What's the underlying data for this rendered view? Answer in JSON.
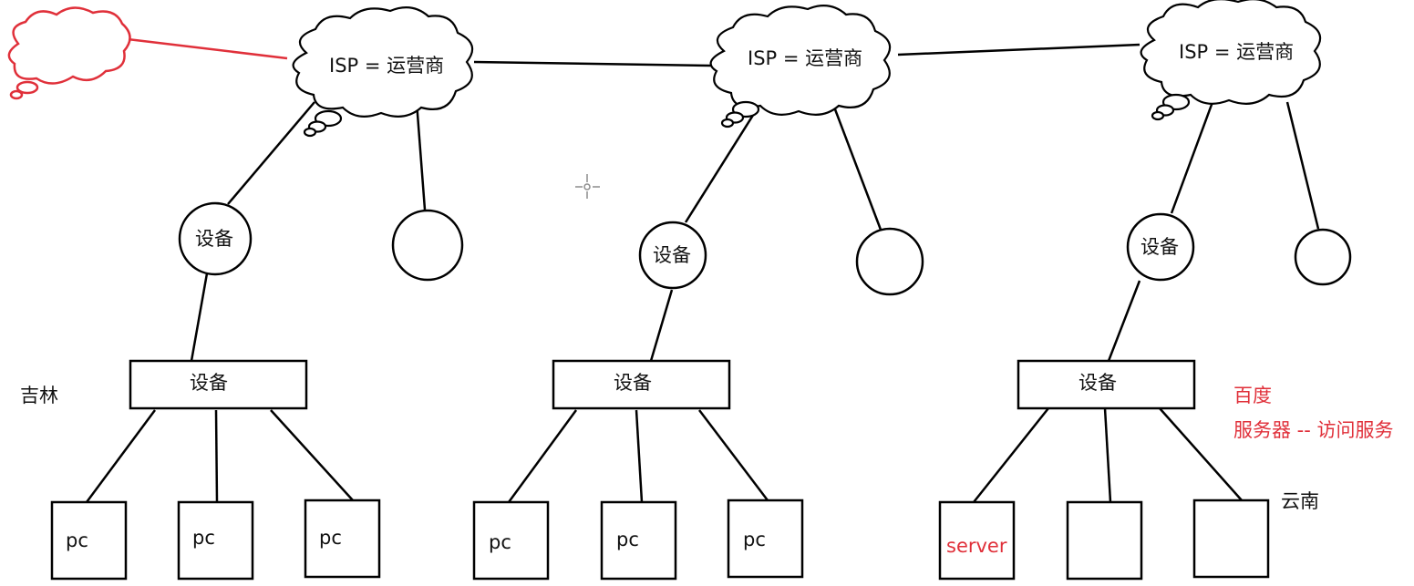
{
  "isps": [
    {
      "label": "ISP = 运营商"
    },
    {
      "label": "ISP = 运营商"
    },
    {
      "label": "ISP = 运营商"
    }
  ],
  "device_circle_label": "设备",
  "switch_label": "设备",
  "groups": [
    {
      "region_label": "吉林",
      "terminals": [
        "pc",
        "pc",
        "pc"
      ]
    },
    {
      "region_label": "",
      "terminals": [
        "pc",
        "pc",
        "pc"
      ]
    },
    {
      "region_label": "云南",
      "terminals": [
        "server",
        "",
        ""
      ]
    }
  ],
  "annotation": {
    "line1": "百度",
    "line2": "服务器 -- 访问服务"
  },
  "colors": {
    "stroke": "#000000",
    "annotation_red": "#e0303a"
  }
}
